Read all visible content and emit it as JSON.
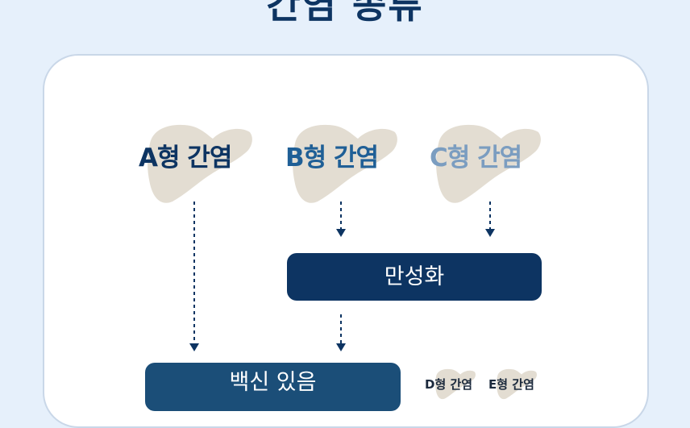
{
  "title": "간염 종류",
  "types": [
    {
      "label": "A형 간염",
      "color": "#0d3462"
    },
    {
      "label": "B형 간염",
      "color": "#1f5f96"
    },
    {
      "label": "C형 간염",
      "color": "#7b9dc0"
    }
  ],
  "boxes": {
    "chronic": "만성화",
    "vaccine": "백신 있음"
  },
  "extra_types": [
    "D형 간염",
    "E형 간염"
  ],
  "colors": {
    "background": "#e6f0fb",
    "liver": "#e3ddd2",
    "arrow": "#0d3462"
  }
}
